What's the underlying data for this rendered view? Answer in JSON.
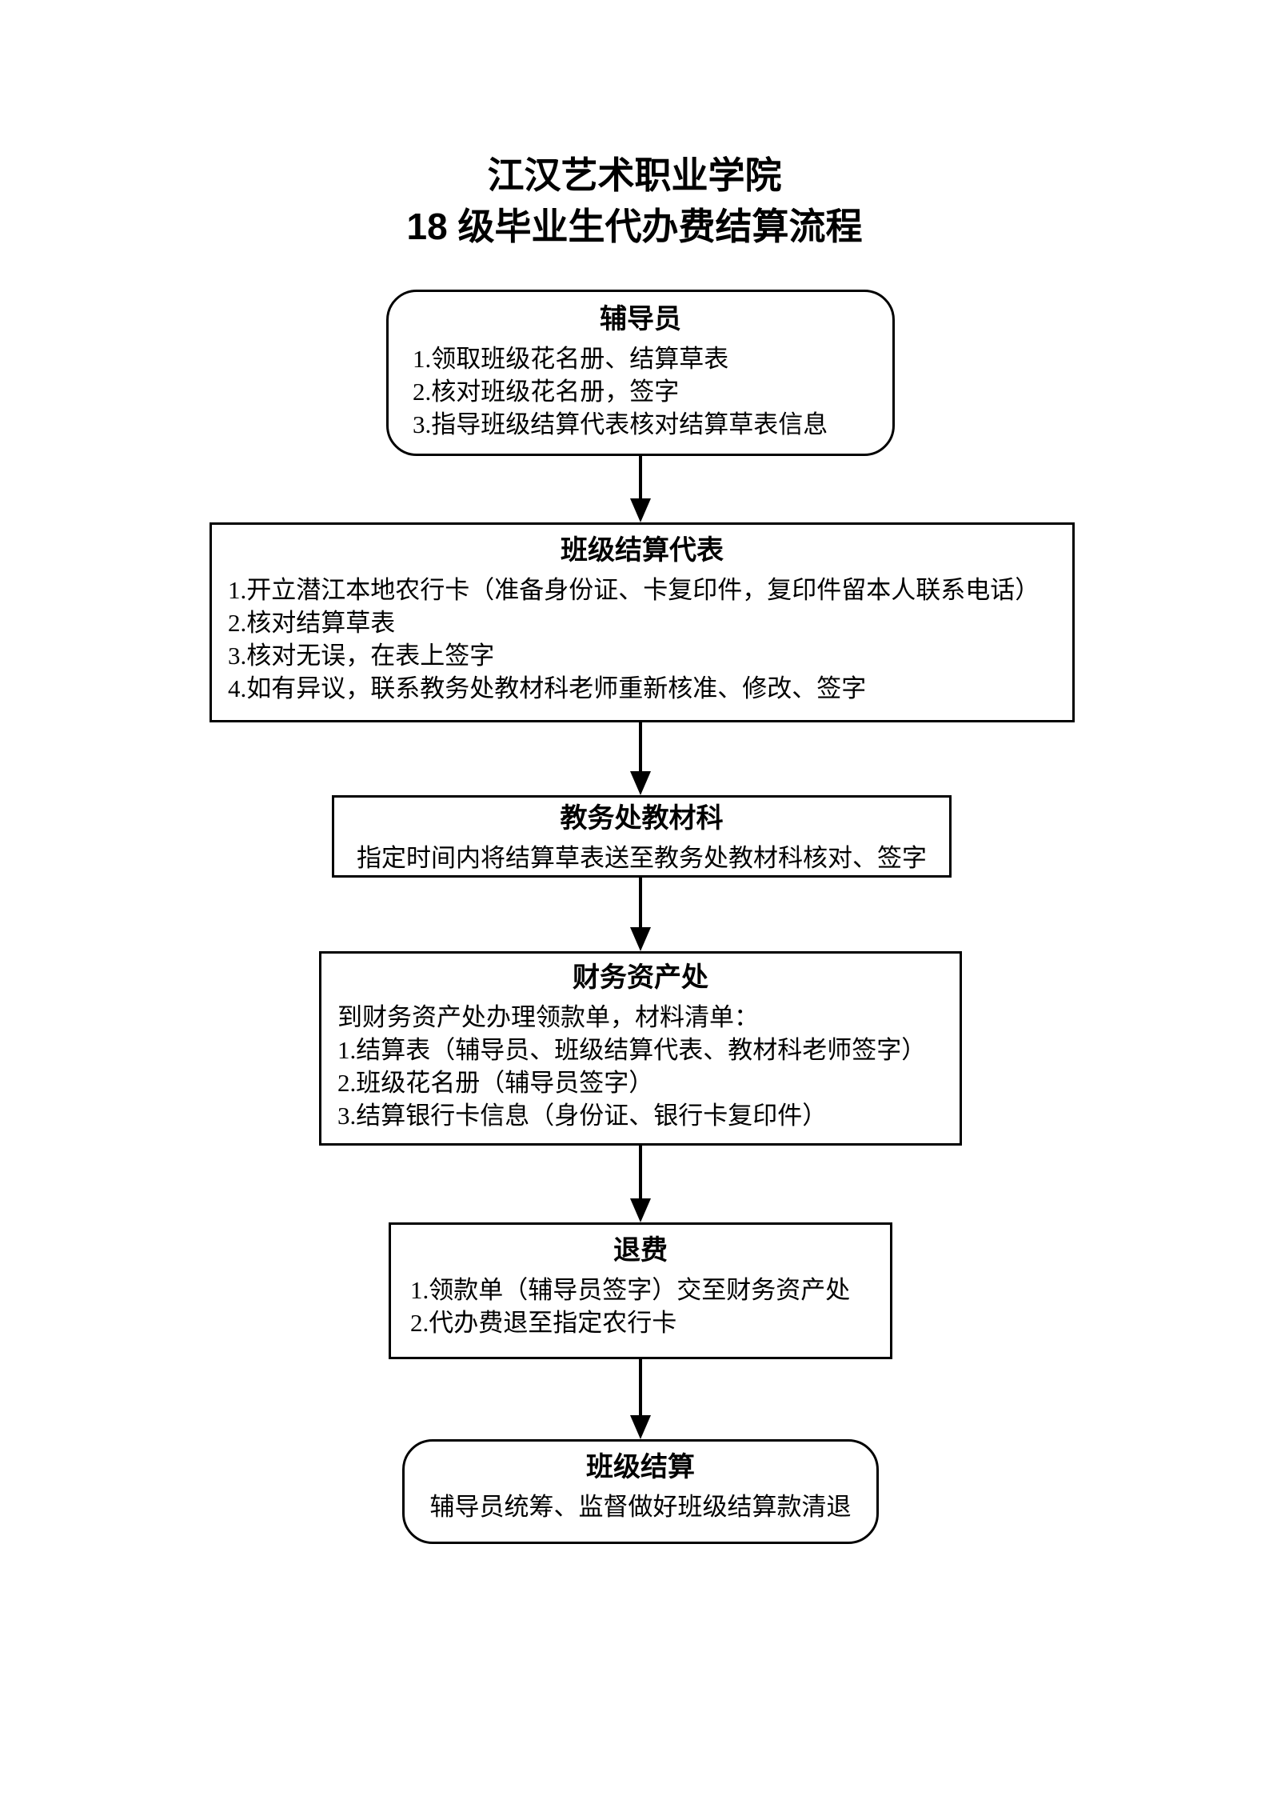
{
  "page": {
    "title_line1": "江汉艺术职业学院",
    "title_line2": "18 级毕业生代办费结算流程"
  },
  "colors": {
    "ink": "#000000",
    "background": "#ffffff"
  },
  "flowchart": {
    "direction": "top-down",
    "nodes": [
      {
        "id": "counselor",
        "shape": "rounded",
        "title": "辅导员",
        "lines": [
          "1.领取班级花名册、结算草表",
          "2.核对班级花名册，签字",
          "3.指导班级结算代表核对结算草表信息"
        ]
      },
      {
        "id": "class-rep",
        "shape": "rect",
        "title": "班级结算代表",
        "lines": [
          "1.开立潜江本地农行卡（准备身份证、卡复印件，复印件留本人联系电话）",
          "2.核对结算草表",
          "3.核对无误，在表上签字",
          "4.如有异议，联系教务处教材科老师重新核准、修改、签字"
        ]
      },
      {
        "id": "textbook-section",
        "shape": "rect",
        "title": "教务处教材科",
        "lines": [
          "指定时间内将结算草表送至教务处教材科核对、签字"
        ]
      },
      {
        "id": "finance-office",
        "shape": "rect",
        "title": "财务资产处",
        "lines": [
          "到财务资产处办理领款单，材料清单：",
          "1.结算表（辅导员、班级结算代表、教材科老师签字）",
          "2.班级花名册（辅导员签字）",
          "3.结算银行卡信息（身份证、银行卡复印件）"
        ]
      },
      {
        "id": "refund",
        "shape": "rect",
        "title": "退费",
        "lines": [
          "1.领款单（辅导员签字）交至财务资产处",
          "2.代办费退至指定农行卡"
        ]
      },
      {
        "id": "class-settlement",
        "shape": "rounded",
        "title": "班级结算",
        "lines": [
          "辅导员统筹、监督做好班级结算款清退"
        ]
      }
    ]
  }
}
